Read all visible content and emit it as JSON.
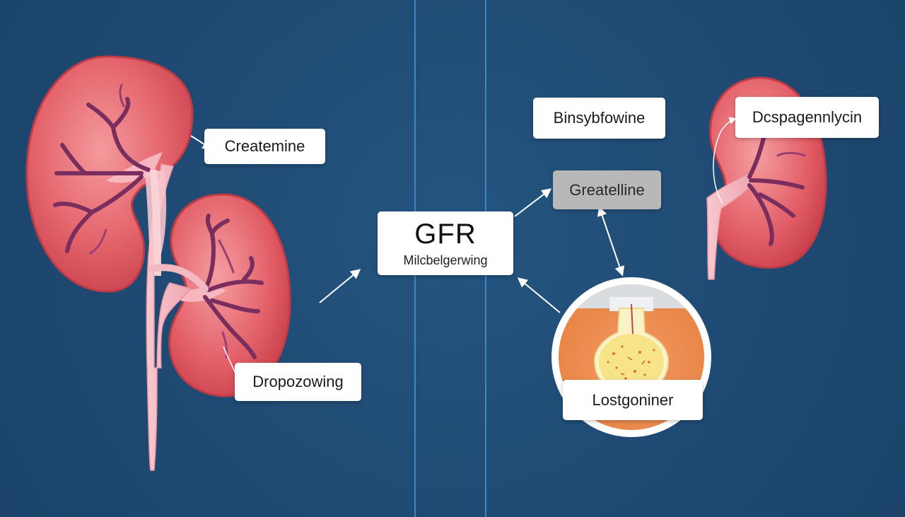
{
  "labels": {
    "createnine": "Createmine",
    "dropozowing": "Dropozowing",
    "binsybfowine": "Binsybfowine",
    "greatelline": "Greatelline",
    "dcspagennlycin": "Dcspagennlycin",
    "lostgoniner": "Lostgoniner"
  },
  "center": {
    "title": "GFR",
    "subtitle": "Milcbelgerwing"
  },
  "colors": {
    "background": "#1f4a73",
    "kidney": "#e05a65",
    "kidney_light": "#f08a8e",
    "ureter": "#f3b3bc",
    "vessel": "#7a2e5e",
    "divider": "#3f86c2",
    "flask_fill": "#f6e79a",
    "flask_bg": "#ef8c50"
  },
  "icons": {
    "left_kidney_upper": "kidney-icon",
    "left_kidney_lower": "kidney-icon",
    "right_kidney": "kidney-icon",
    "flask": "flask-icon"
  }
}
